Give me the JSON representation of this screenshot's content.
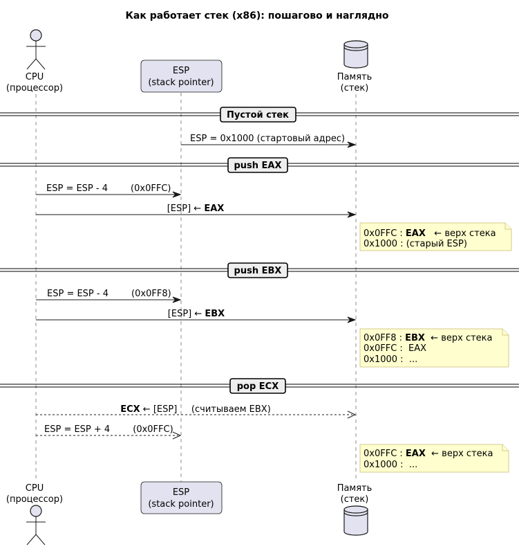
{
  "title": "Как работает стек (x86): пошагово и наглядно",
  "participants": {
    "cpu": {
      "line1": "CPU",
      "line2": "(процессор)"
    },
    "esp": {
      "line1": "ESP",
      "line2": "(stack pointer)"
    },
    "mem": {
      "line1": "Память",
      "line2": "(стек)"
    }
  },
  "dividers": {
    "d1": "Пустой стек",
    "d2": "push EAX",
    "d3": "push EBX",
    "d4": "pop ECX"
  },
  "messages": {
    "m1": "ESP = 0x1000  (стартовый адрес)",
    "m2": "ESP = ESP - 4        (0x0FFC)",
    "m3_pre": "[ESP] ← ",
    "m3_bold": "EAX",
    "m4": "ESP = ESP - 4        (0x0FF8)",
    "m5_pre": "[ESP] ← ",
    "m5_bold": "EBX",
    "m6_bold": "ECX",
    "m6_post": " ← [ESP]     (считываем EBX)",
    "m7": "ESP = ESP + 4        (0x0FFC)"
  },
  "notes": {
    "n1": {
      "r1_pre": "0x0FFC : ",
      "r1_bold": "EAX",
      "r1_post": "   ← верх стека",
      "r2": "0x1000 : (старый ESP)"
    },
    "n2": {
      "r1_pre": "0x0FF8 : ",
      "r1_bold": "EBX",
      "r1_post": "  ← верх стека",
      "r2": "0x0FFC :  EAX",
      "r3": "0x1000 :  ..."
    },
    "n3": {
      "r1_pre": "0x0FFC : ",
      "r1_bold": "EAX",
      "r1_post": "  ← верх стека",
      "r2": "0x1000 :  ..."
    }
  }
}
